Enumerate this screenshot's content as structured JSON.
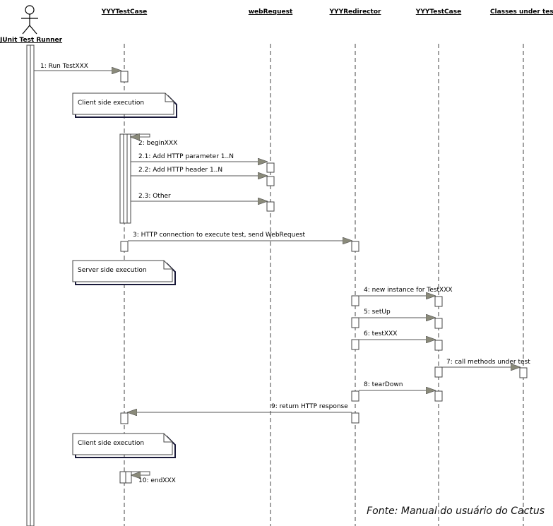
{
  "actor": {
    "name": "JUnit Test Runner"
  },
  "participants": [
    {
      "id": "p1",
      "name": "YYYTestCase"
    },
    {
      "id": "p2",
      "name": "webRequest"
    },
    {
      "id": "p3",
      "name": "YYYRedirector"
    },
    {
      "id": "p4",
      "name": "YYYTestCase"
    },
    {
      "id": "p5",
      "name": "Classes under test"
    }
  ],
  "messages": [
    {
      "from": "actor",
      "to": "p1",
      "label": "1: Run TestXXX"
    },
    {
      "from": "p1",
      "to": "p1",
      "label": "2: beginXXX"
    },
    {
      "from": "p1",
      "to": "p2",
      "label": "2.1: Add HTTP parameter 1..N"
    },
    {
      "from": "p1",
      "to": "p2",
      "label": "2.2: Add HTTP header 1..N"
    },
    {
      "from": "p1",
      "to": "p2",
      "label": "2.3: Other"
    },
    {
      "from": "p1",
      "to": "p3",
      "label": "3: HTTP connection to execute test, send WebRequest"
    },
    {
      "from": "p3",
      "to": "p4",
      "label": "4: new instance for TestXXX"
    },
    {
      "from": "p3",
      "to": "p4",
      "label": "5: setUp"
    },
    {
      "from": "p3",
      "to": "p4",
      "label": "6: testXXX"
    },
    {
      "from": "p4",
      "to": "p5",
      "label": "7: call methods under test"
    },
    {
      "from": "p3",
      "to": "p4",
      "label": "8: tearDown"
    },
    {
      "from": "p3",
      "to": "p1",
      "label": "9: return HTTP response"
    },
    {
      "from": "p1",
      "to": "p1",
      "label": "10: endXXX"
    }
  ],
  "notes": [
    {
      "text": "Client side execution"
    },
    {
      "text": "Server side execution"
    },
    {
      "text": "Client side execution"
    }
  ],
  "source_caption": "Fonte: Manual do usuário do Cactus",
  "colors": {
    "line": "#444444",
    "arrow_head": "#8a8a7a",
    "note_shadow": "#1a1a3a"
  }
}
